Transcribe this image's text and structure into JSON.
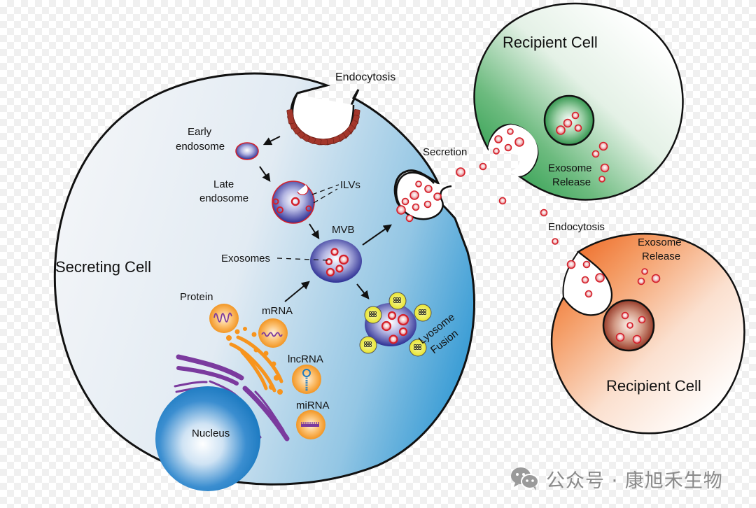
{
  "title": "Exosome biogenesis, secretion and uptake",
  "colors": {
    "secreting_cell_light": "#eef2f7",
    "secreting_cell_dark": "#4aa3d6",
    "recipient_green": "#159a3c",
    "recipient_orange": "#f0651c",
    "exosome_red": "#d4202a",
    "mvb_blue": "#3a3aa0",
    "receptor_brown": "#a3362b",
    "cargo_orange": "#f7941d",
    "er_purple": "#7b3a9e",
    "nucleus_blue": "#1f7cc2",
    "lysosome_yellow": "#e8e628"
  },
  "labels": {
    "secreting_cell": "Secreting Cell",
    "endocytosis_top": "Endocytosis",
    "early_endosome_1": "Early",
    "early_endosome_2": "endosome",
    "late_endosome_1": "Late",
    "late_endosome_2": "endosome",
    "ilvs": "ILVs",
    "mvb": "MVB",
    "exosomes": "Exosomes",
    "protein": "Protein",
    "mrna": "mRNA",
    "lncrna": "lncRNA",
    "mirna": "miRNA",
    "nucleus": "Nucleus",
    "lysosome_1": "Lyosome",
    "lysosome_2": "Fusion",
    "secretion": "Secretion",
    "recipient_cell_top": "Recipient Cell",
    "exosome_release_green_1": "Exosome",
    "exosome_release_green_2": "Release",
    "endocytosis_right": "Endocytosis",
    "exosome_release_orange_1": "Exosome",
    "exosome_release_orange_2": "Release",
    "recipient_cell_bottom": "Recipient Cell"
  },
  "watermark": {
    "icon": "wechat-icon",
    "text": "公众号 · 康旭禾生物"
  }
}
